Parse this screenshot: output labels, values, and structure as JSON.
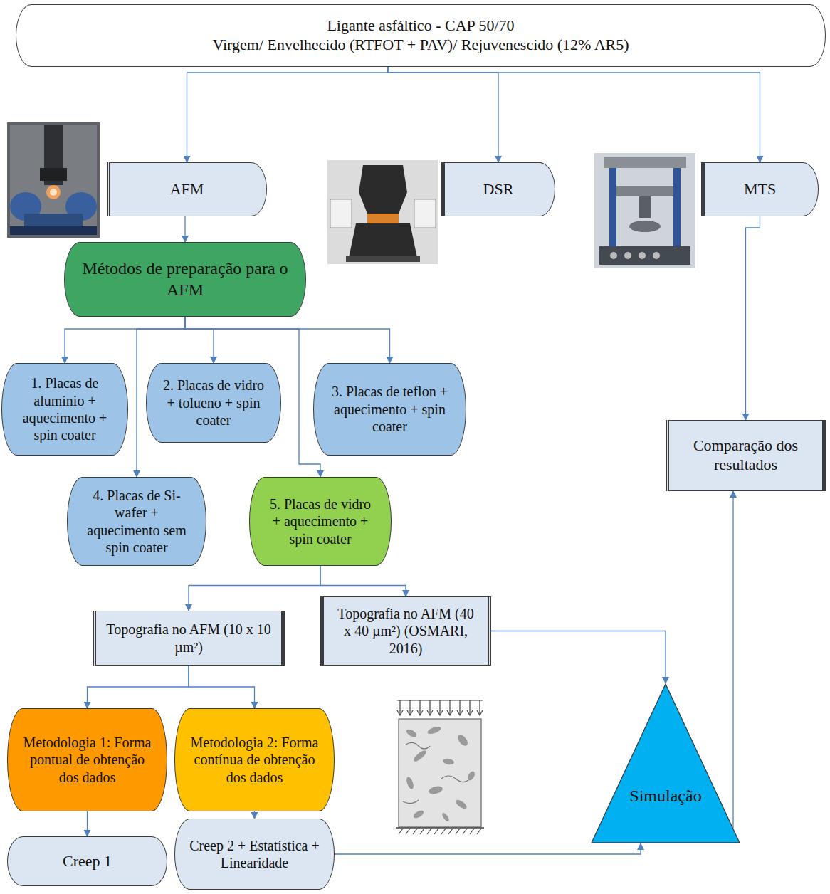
{
  "diagram": {
    "nodes": [
      {
        "text": [
          "Ligante asfáltico - CAP 50/70",
          "Virgem/ Envelhecido (RTFOT + PAV)/ Rejuvenescido (12% AR5)"
        ]
      },
      {
        "text": [
          "AFM"
        ]
      },
      {
        "text": [
          "DSR"
        ]
      },
      {
        "text": [
          "MTS"
        ]
      },
      {
        "text": [
          "Métodos de preparação para o AFM"
        ]
      },
      {
        "text": [
          "1. Placas de alumínio + aquecimento + spin coater"
        ]
      },
      {
        "text": [
          "2. Placas de vidro + tolueno + spin coater"
        ]
      },
      {
        "text": [
          "3. Placas de teflon + aquecimento + spin coater"
        ]
      },
      {
        "text": [
          "Comparação dos resultados"
        ]
      },
      {
        "text": [
          "4. Placas de Si-wafer + aquecimento sem spin coater"
        ]
      },
      {
        "text": [
          "5. Placas de vidro + aquecimento + spin coater"
        ]
      },
      {
        "text": [
          "Topografia no AFM (10 x 10 µm²)"
        ]
      },
      {
        "text": [
          "Topografia no AFM (40 x 40 µm²) (OSMARI, 2016)"
        ]
      },
      {
        "text": [
          "Metodologia 1: Forma pontual de obtenção dos dados"
        ]
      },
      {
        "text": [
          "Metodologia 2: Forma contínua de obtenção dos dados"
        ]
      },
      {
        "text": [
          "Simulação"
        ]
      },
      {
        "text": [
          "Creep 1"
        ]
      },
      {
        "text": [
          "Creep 2 + Estatística + Linearidade"
        ]
      }
    ],
    "edges": [
      {
        "from": 0,
        "to": 1,
        "arrow": "to"
      },
      {
        "from": 0,
        "to": 2,
        "arrow": "to"
      },
      {
        "from": 0,
        "to": 3,
        "arrow": "to"
      },
      {
        "from": 1,
        "to": 4,
        "arrow": "to"
      },
      {
        "from": 4,
        "to": 5,
        "arrow": "to"
      },
      {
        "from": 4,
        "to": 6,
        "arrow": "to"
      },
      {
        "from": 4,
        "to": 7,
        "arrow": "to"
      },
      {
        "from": 4,
        "to": 9,
        "arrow": "to"
      },
      {
        "from": 4,
        "to": 10,
        "arrow": "to"
      },
      {
        "from": 3,
        "to": 8,
        "arrow": "to"
      },
      {
        "from": 10,
        "to": 11,
        "arrow": "to"
      },
      {
        "from": 10,
        "to": 12,
        "arrow": "to"
      },
      {
        "from": 11,
        "to": 13,
        "arrow": "to"
      },
      {
        "from": 11,
        "to": 14,
        "arrow": "to"
      },
      {
        "from": 13,
        "to": 16,
        "arrow": "to"
      },
      {
        "from": 14,
        "to": 17,
        "arrow": "to"
      },
      {
        "from": 12,
        "to": 15,
        "arrow": "to"
      },
      {
        "from": 17,
        "to": 15,
        "arrow": "to"
      },
      {
        "from": 15,
        "to": 8,
        "arrow": "to"
      }
    ]
  }
}
